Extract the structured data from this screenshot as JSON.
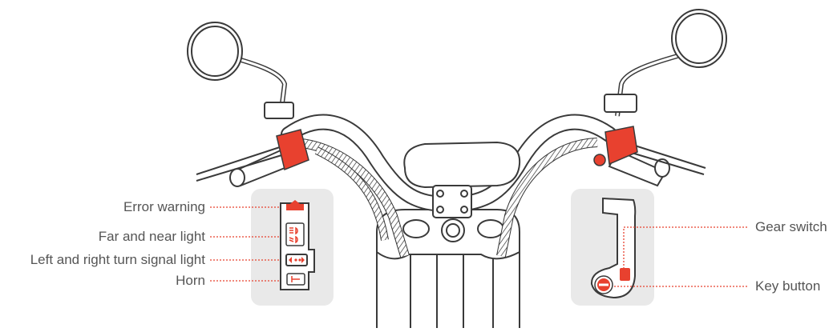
{
  "labels": {
    "error_warning": "Error warning",
    "far_near_light": "Far and near light",
    "turn_signal": "Left and right turn signal light",
    "horn": "Horn",
    "gear_switch": "Gear switch",
    "key_button": "Key button"
  },
  "colors": {
    "accent": "#e8412f",
    "line": "#3a3a3a",
    "panel": "#e9e9e9",
    "label_text": "#555555"
  },
  "icons": {
    "error_warning": "warning-triangle-icon",
    "far_near_light": "headlight-icon",
    "turn_signal": "turn-arrows-icon",
    "horn": "horn-icon",
    "key": "key-slot-icon"
  }
}
